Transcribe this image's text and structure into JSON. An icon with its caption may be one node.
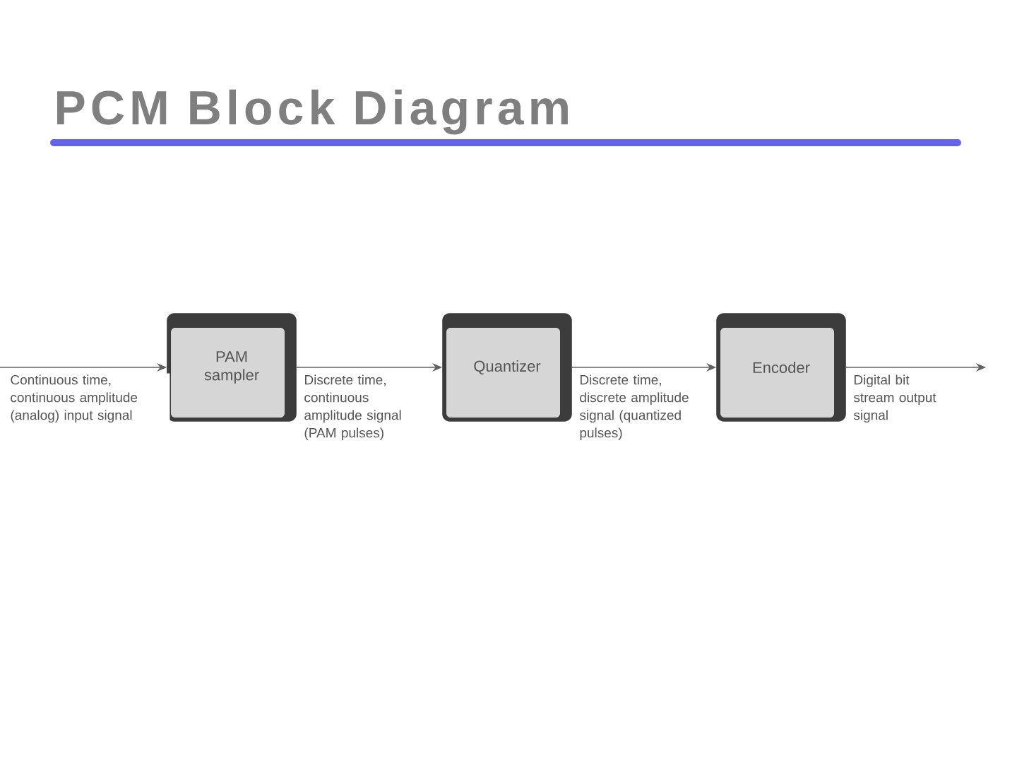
{
  "diagram": {
    "title": "PCM Block Diagram",
    "nodes": [
      {
        "text": [
          "PAM sampler"
        ]
      },
      {
        "text": [
          "Quantizer"
        ]
      },
      {
        "text": [
          "Encoder"
        ]
      }
    ],
    "edges": [
      {
        "from": null,
        "to": 0,
        "arrow": "to",
        "label": "Continuous time, continuous amplitude (analog) input signal"
      },
      {
        "from": 0,
        "to": 1,
        "arrow": "to",
        "label": "Discrete time, continuous amplitude signal (PAM pulses)"
      },
      {
        "from": 1,
        "to": 2,
        "arrow": "to",
        "label": "Discrete time, discrete amplitude signal (quantized pulses)"
      },
      {
        "from": 2,
        "to": null,
        "arrow": "to",
        "label": "Digital bit stream output signal"
      }
    ]
  }
}
